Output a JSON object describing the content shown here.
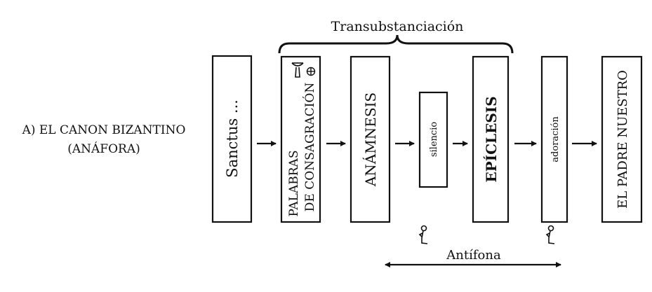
{
  "section_label": {
    "line1": "A) EL CANON BIZANTINO",
    "line2": "(ANÁFORA)"
  },
  "brace_label": "Transubstanciación",
  "steps": [
    {
      "label": "Sanctus ..."
    },
    {
      "line1": "PALABRAS",
      "line2": "DE CONSAGRACIÓN",
      "symbols": [
        "chalice-icon",
        "host-cross-icon"
      ]
    },
    {
      "label": "ANÁMNESIS"
    },
    {
      "label": "silencio"
    },
    {
      "label": "EPÍCLESIS"
    },
    {
      "label": "adoración"
    },
    {
      "label": "EL PADRE NUESTRO"
    }
  ],
  "antiphon_label": "Antífona",
  "figures": [
    "kneeling-figure-icon",
    "kneeling-figure-icon"
  ]
}
